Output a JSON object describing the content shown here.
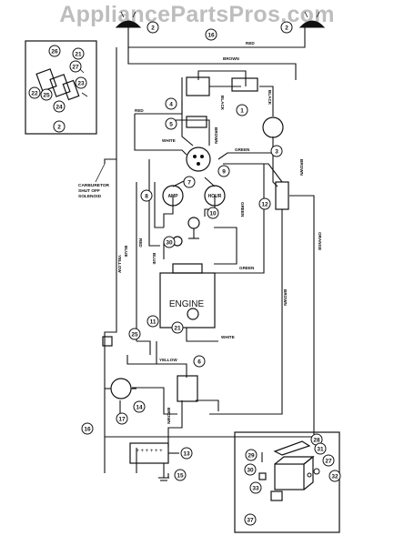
{
  "watermark": "AppliancePartsPros.com",
  "engine_label": "ENGINE",
  "carburetor_label": [
    "CARBURETOR",
    "SHUT OFF",
    "SOLENOID"
  ],
  "amp_label": "AMP",
  "hour_label": "HOUR",
  "battery_marks": "+ + + + + +",
  "wire_labels": {
    "red_top": "RED",
    "brown_top": "BROWN",
    "red_left": "RED",
    "white_upper": "WHITE",
    "black_upper": "BLACK",
    "brown_upper": "BROWN",
    "black_right": "BLACK",
    "green_upper": "GREEN",
    "brown_right": "BROWN",
    "green_mid": "GREEN",
    "orange": "ORANGE",
    "blue_left": "BLUE",
    "red_mid": "RED",
    "yellow_left": "YELLOW",
    "blue_mid": "BLUE",
    "green_lower": "GREEN",
    "brown_lower_right": "BROWN",
    "white_lower": "WHITE",
    "yellow_lower": "YELLOW",
    "brown_lower": "BROWN"
  },
  "callouts": {
    "c1": "1",
    "c2a": "2",
    "c2b": "2",
    "c2c": "2",
    "c3": "3",
    "c4": "4",
    "c5": "5",
    "c6": "6",
    "c7": "7",
    "c8": "8",
    "c9": "9",
    "c10": "10",
    "c11": "11",
    "c12": "12",
    "c13": "13",
    "c14": "14",
    "c15": "15",
    "c16a": "16",
    "c16b": "16",
    "c17": "17",
    "c21a": "21",
    "c21b": "21",
    "c22": "22",
    "c23": "23",
    "c24": "24",
    "c25a": "25",
    "c25b": "25",
    "c26": "26",
    "c27a": "27",
    "c27b": "27",
    "c28": "28",
    "c29": "29",
    "c30": "30",
    "c31": "31",
    "c32": "32",
    "c33": "33"
  }
}
